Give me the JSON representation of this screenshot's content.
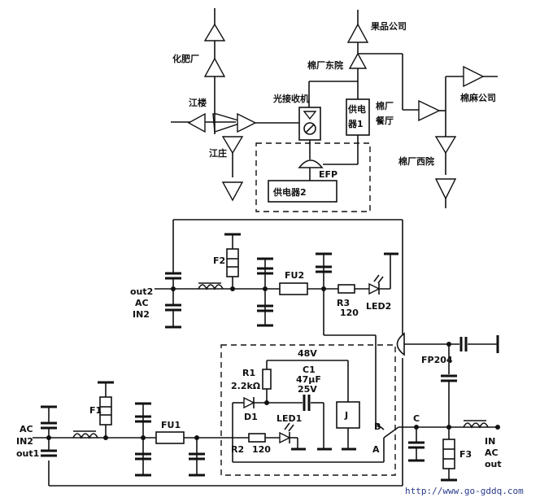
{
  "top": {
    "fertilizer_plant": "化肥厂",
    "fruit_company": "果品公司",
    "cotton_east": "棉厂东院",
    "optical_receiver": "光接收机",
    "jianglou": "江楼",
    "jiangzhuang": "江庄",
    "power_supply_1": "供电器1",
    "power_supply_1_line1": "供电",
    "power_supply_1_line2": "器1",
    "cotton_canteen_line1": "棉厂",
    "cotton_canteen_line2": "餐厅",
    "cotton_linen": "棉麻公司",
    "cotton_west": "棉厂西院",
    "efp": "EFP",
    "power_supply_2": "供电器2"
  },
  "middle": {
    "f2": "F2",
    "fu2": "FU2",
    "r3": "R3",
    "r3_value": "120",
    "led2": "LED2",
    "out2": "out2",
    "ac": "AC",
    "in2": "IN2"
  },
  "bottom": {
    "v48": "48V",
    "r1": "R1",
    "r1_value": "2.2kΩ",
    "c1": "C1",
    "c1_cap": "47μF",
    "c1_volt": "25V",
    "d1": "D1",
    "led1": "LED1",
    "j": "J",
    "b": "B",
    "a": "A",
    "c": "C",
    "fp204": "FP204",
    "f1": "F1",
    "fu1": "FU1",
    "r2": "R2",
    "r2_value": "120",
    "f3": "F3",
    "left_ac": "AC",
    "left_in2": "IN2",
    "left_out1": "out1",
    "right_in": "IN",
    "right_ac": "AC",
    "right_out": "out"
  },
  "watermark": "http://www.go-gddq.com"
}
